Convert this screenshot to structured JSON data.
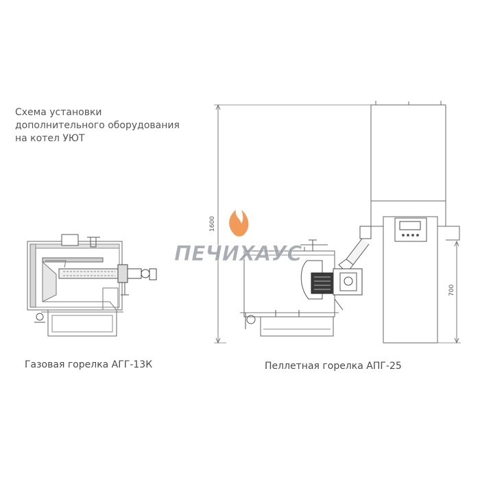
{
  "title_lines": [
    "Схема установки",
    "дополнительного оборудования",
    "на котел УЮТ"
  ],
  "captions": {
    "gas_burner": "Газовая горелка АГГ-13К",
    "pellet_burner": "Пеллетная горелка АПГ-25"
  },
  "dimensions": {
    "total_height": "1600",
    "hopper_height": "700"
  },
  "watermark": {
    "text": "ПЕЧИХАУС",
    "color": "#9aa0a6",
    "flame_color": "#f08a3c"
  }
}
